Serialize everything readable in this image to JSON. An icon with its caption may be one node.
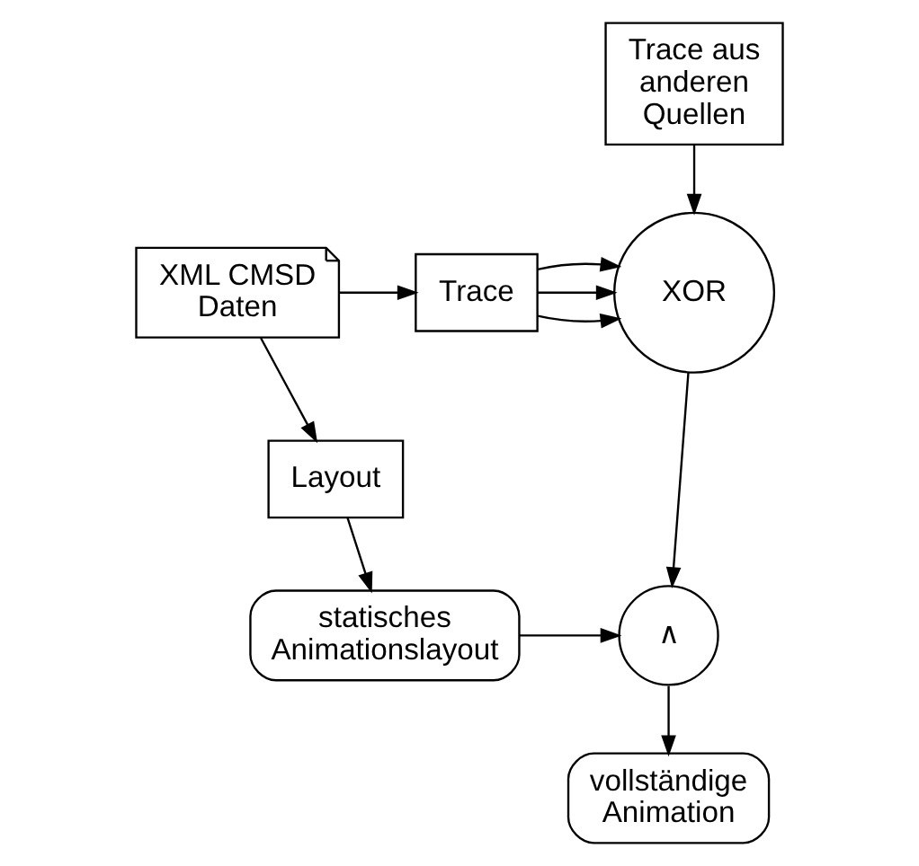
{
  "diagram": {
    "nodes": [
      {
        "text": [
          "XML CMSD Daten"
        ]
      },
      {
        "text": [
          "Trace"
        ]
      },
      {
        "text": [
          "Layout"
        ]
      },
      {
        "text": [
          "Trace aus anderen Quellen"
        ]
      },
      {
        "text": [
          "XOR"
        ]
      },
      {
        "text": [
          "statisches Animationslayout"
        ]
      },
      {
        "text": [
          "∧"
        ]
      },
      {
        "text": [
          "vollständige Animation"
        ]
      }
    ],
    "edges": [
      {
        "from": 0,
        "to": 1,
        "arrow": "to"
      },
      {
        "from": 0,
        "to": 2,
        "arrow": "to"
      },
      {
        "from": 1,
        "to": 4,
        "arrow": "to"
      },
      {
        "from": 1,
        "to": 4,
        "arrow": "to"
      },
      {
        "from": 1,
        "to": 4,
        "arrow": "to"
      },
      {
        "from": 3,
        "to": 4,
        "arrow": "to"
      },
      {
        "from": 2,
        "to": 5,
        "arrow": "to"
      },
      {
        "from": 5,
        "to": 6,
        "arrow": "to"
      },
      {
        "from": 4,
        "to": 6,
        "arrow": "to"
      },
      {
        "from": 6,
        "to": 7,
        "arrow": "to"
      }
    ]
  }
}
